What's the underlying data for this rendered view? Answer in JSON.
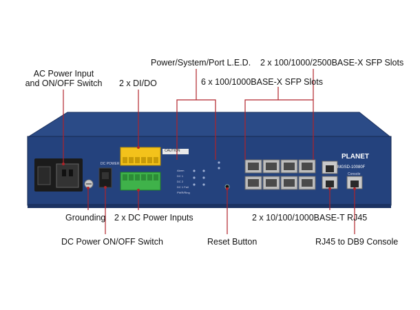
{
  "callouts": {
    "ac_power_line1": "AC Power Input",
    "ac_power_line2": "and ON/OFF Switch",
    "di_do": "2 x DI/DO",
    "leds": "Power/System/Port L.E.D.",
    "sfp_100_1000": "6 x 100/1000BASE-X SFP Slots",
    "sfp_2500": "2 x 100/1000/2500BASE-X SFP Slots",
    "grounding": "Grounding",
    "dc_inputs": "2 x DC Power Inputs",
    "rj45": "2 x 10/100/1000BASE-T RJ45",
    "dc_switch": "DC Power ON/OFF Switch",
    "reset": "Reset Button",
    "console": "RJ45 to DB9 Console"
  },
  "device": {
    "brand": "PLANET",
    "model": "MGSD-10080F",
    "caution": "CAUTION",
    "console_label": "Console",
    "dc_power_label": "DC POWER",
    "led_labels": [
      "Alarm",
      "DC 1",
      "DC 2",
      "DC 1 Fail",
      "PWR/Ring"
    ]
  },
  "colors": {
    "chassis": "#2a4a86",
    "callout_line": "#b0232a",
    "terminal_yellow": "#f3c21b",
    "terminal_green": "#3fb24a"
  }
}
